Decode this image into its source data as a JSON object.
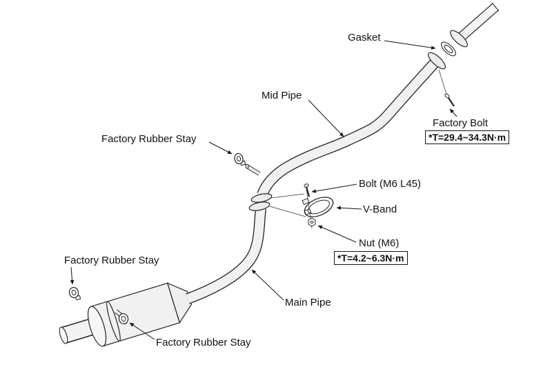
{
  "diagram": {
    "labels": {
      "gasket": "Gasket",
      "mid_pipe": "Mid Pipe",
      "factory_bolt": "Factory Bolt",
      "factory_bolt_torque": "*T=29.4~34.3N·m",
      "factory_rubber_stay_top": "Factory Rubber Stay",
      "bolt_m6": "Bolt (M6 L45)",
      "v_band": "V-Band",
      "nut_m6": "Nut (M6)",
      "nut_m6_torque": "*T=4.2~6.3N·m",
      "factory_rubber_stay_left": "Factory Rubber Stay",
      "main_pipe": "Main Pipe",
      "factory_rubber_stay_bottom": "Factory Rubber Stay"
    },
    "colors": {
      "line": "#1a1a1a",
      "pipe_fill": "#f0f0f0",
      "background": "#ffffff"
    }
  }
}
